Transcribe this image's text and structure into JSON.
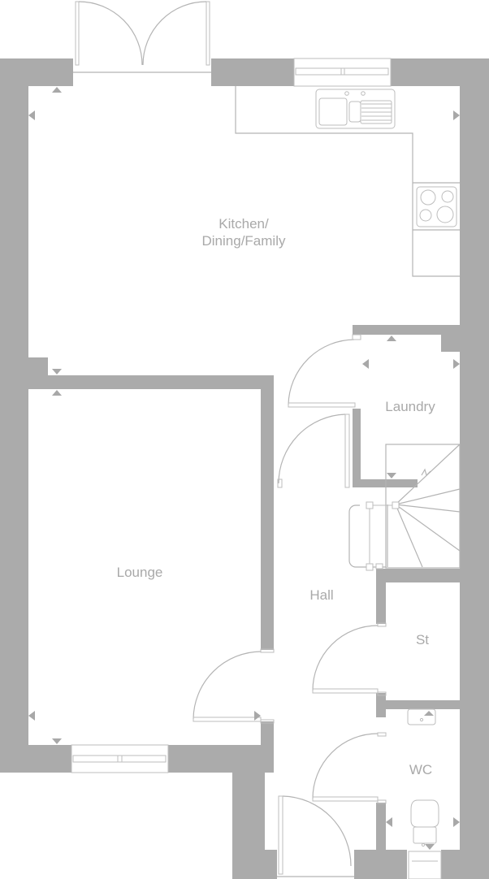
{
  "floor_plan": {
    "colors": {
      "wall": "#ababab",
      "line": "#b4b4b4",
      "label": "#a9a9a9",
      "background": "#ffffff"
    },
    "rooms": [
      {
        "id": "kitchen",
        "label": "Kitchen/\nDining/Family"
      },
      {
        "id": "laundry",
        "label": "Laundry"
      },
      {
        "id": "lounge",
        "label": "Lounge"
      },
      {
        "id": "hall",
        "label": "Hall"
      },
      {
        "id": "store",
        "label": "St"
      },
      {
        "id": "wc",
        "label": "WC"
      }
    ],
    "fixtures": [
      "french-doors",
      "kitchen-window",
      "double-sink",
      "hob",
      "lounge-window",
      "staircase",
      "wc-basin",
      "toilet",
      "front-door"
    ]
  }
}
